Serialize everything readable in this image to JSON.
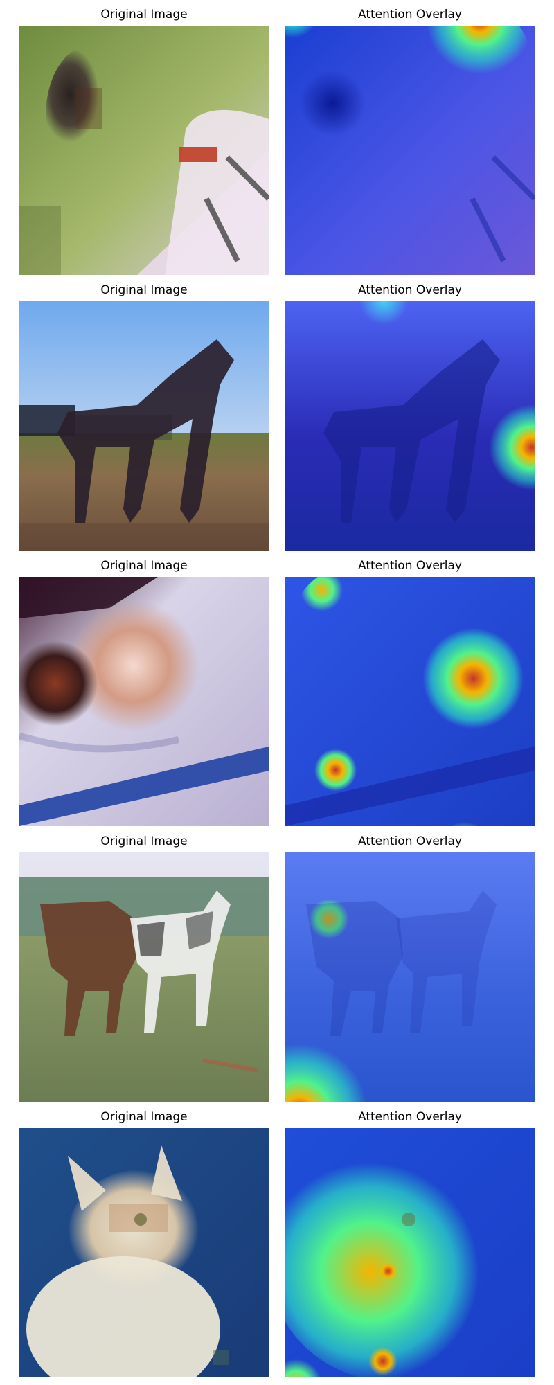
{
  "rows": [
    {
      "left_title": "Original Image",
      "right_title": "Attention Overlay"
    },
    {
      "left_title": "Original Image",
      "right_title": "Attention Overlay"
    },
    {
      "left_title": "Original Image",
      "right_title": "Attention Overlay"
    },
    {
      "left_title": "Original Image",
      "right_title": "Attention Overlay"
    },
    {
      "left_title": "Original Image",
      "right_title": "Attention Overlay"
    }
  ]
}
